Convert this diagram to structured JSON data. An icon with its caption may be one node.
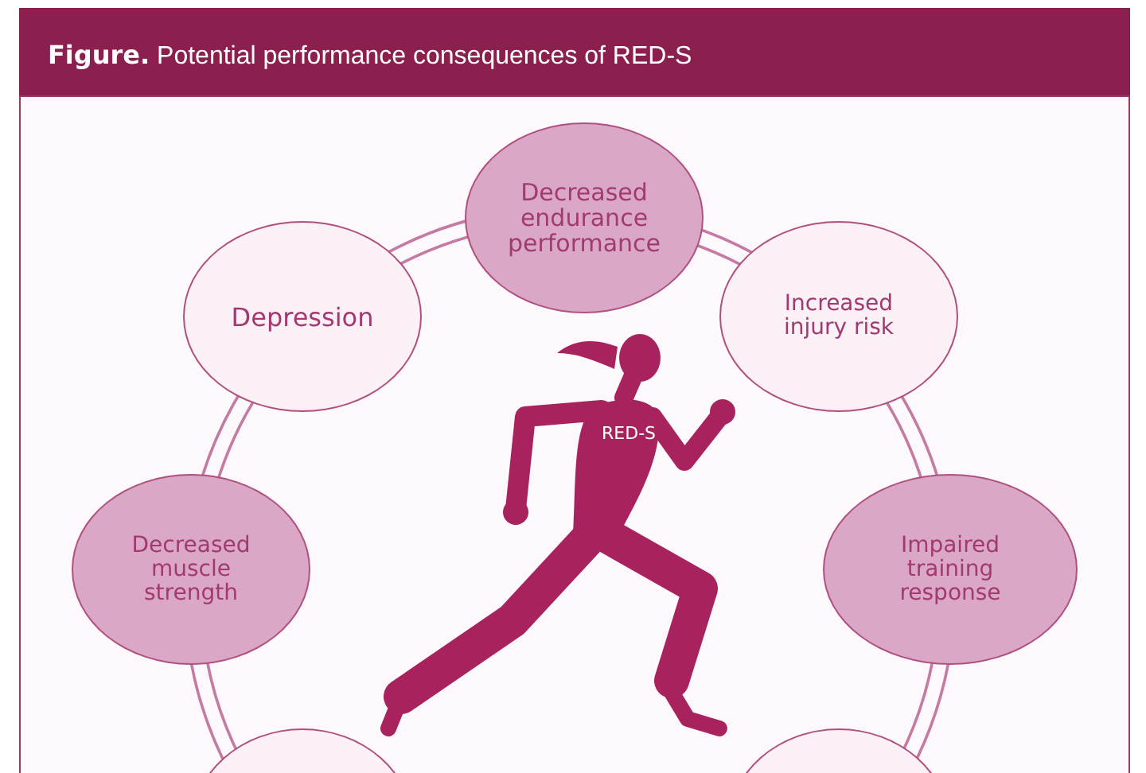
{
  "diagram": {
    "title": "**Figure.** Potential performance consequences of RED-S",
    "nodes": [
      {
        "text": [
          "Depression"
        ]
      },
      {
        "text": [
          "Decreased endurance performance"
        ]
      },
      {
        "text": [
          "Increased injury risk"
        ]
      },
      {
        "text": [
          "Decreased muscle strength"
        ]
      },
      {
        "text": [
          "Impaired training response"
        ]
      },
      {
        "text": [
          "RED-S"
        ]
      },
      {
        "text": [],
        "shape": "circle"
      },
      {
        "text": [],
        "shape": "circle"
      }
    ],
    "edges": [
      {
        "from": 0,
        "to": 1,
        "arrow": "none"
      },
      {
        "from": 1,
        "to": 2,
        "arrow": "none"
      },
      {
        "from": 2,
        "to": 4,
        "arrow": "none"
      },
      {
        "from": 4,
        "to": 7,
        "arrow": "none"
      },
      {
        "from": 0,
        "to": 3,
        "arrow": "none"
      },
      {
        "from": 3,
        "to": 6,
        "arrow": "none"
      }
    ]
  }
}
